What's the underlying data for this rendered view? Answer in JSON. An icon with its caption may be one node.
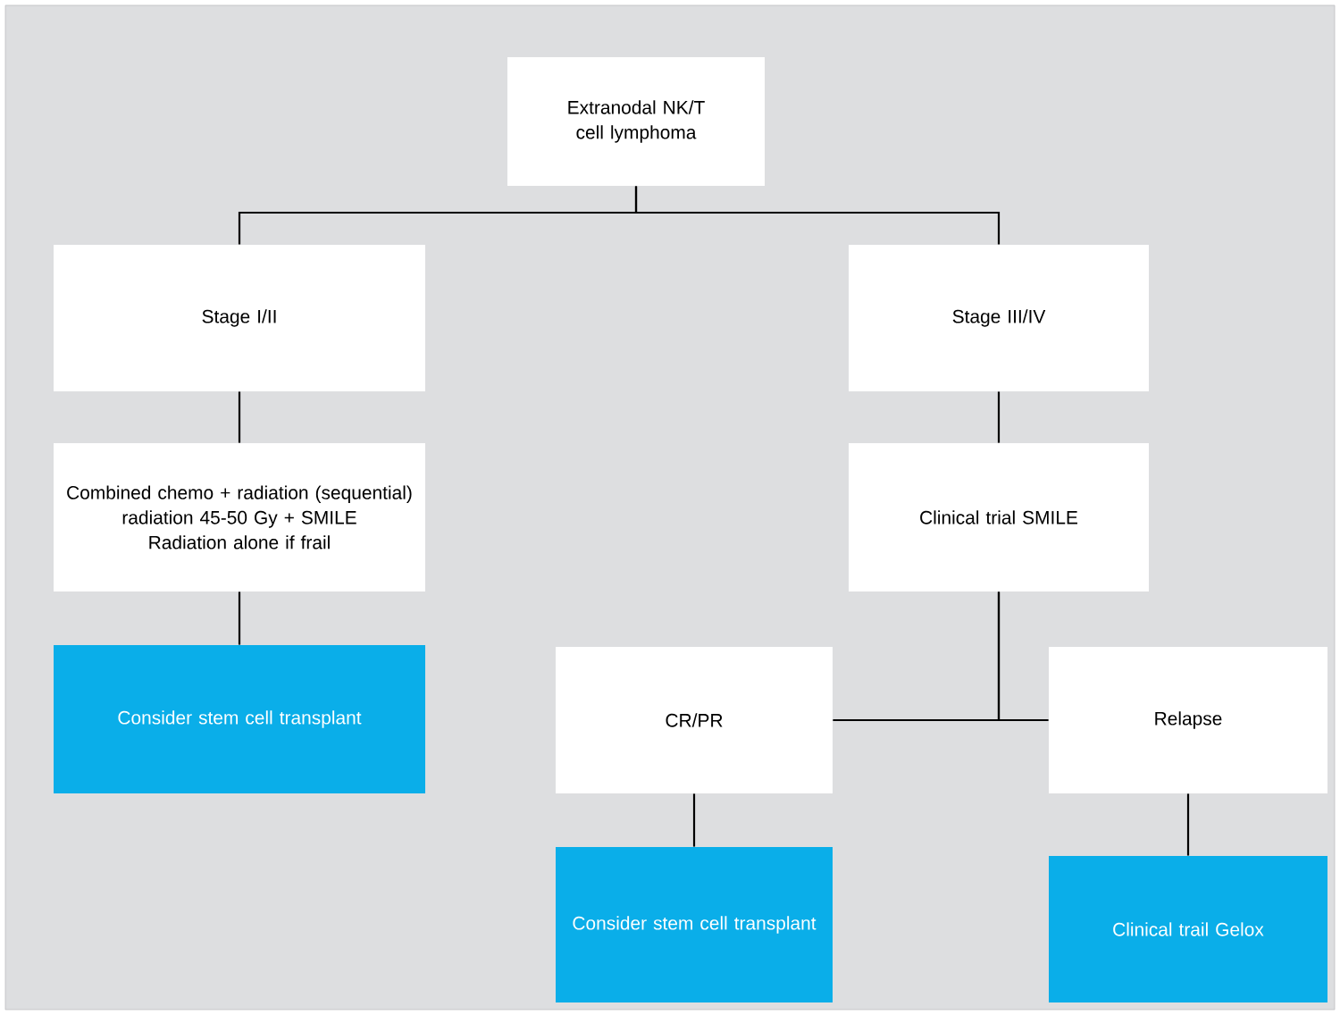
{
  "diagram": {
    "nodes": [
      {
        "text": [
          "Extranodal NK/T cell lymphoma"
        ]
      },
      {
        "text": [
          "Stage I/II"
        ]
      },
      {
        "text": [
          "Stage III/IV"
        ]
      },
      {
        "text": [
          "Combined chemo + radiation (sequential)",
          "radiation 45-50 Gy + SMILE",
          "Radiation alone if frail"
        ]
      },
      {
        "text": [
          "Consider stem cell transplant"
        ]
      },
      {
        "text": [
          "Clinical trial SMILE"
        ]
      },
      {
        "text": [
          "CR/PR"
        ]
      },
      {
        "text": [
          "Relapse"
        ]
      },
      {
        "text": [
          "Consider stem cell transplant"
        ]
      },
      {
        "text": [
          "Clinical trail Gelox"
        ]
      }
    ],
    "edges": [
      {
        "from": 0,
        "to": 1,
        "arrow": "none"
      },
      {
        "from": 0,
        "to": 2,
        "arrow": "none"
      },
      {
        "from": 1,
        "to": 3,
        "arrow": "none"
      },
      {
        "from": 3,
        "to": 4,
        "arrow": "none"
      },
      {
        "from": 2,
        "to": 5,
        "arrow": "none"
      },
      {
        "from": 5,
        "to": 6,
        "arrow": "none"
      },
      {
        "from": 5,
        "to": 7,
        "arrow": "none"
      },
      {
        "from": 6,
        "to": 8,
        "arrow": "none"
      },
      {
        "from": 7,
        "to": 9,
        "arrow": "none"
      }
    ]
  }
}
